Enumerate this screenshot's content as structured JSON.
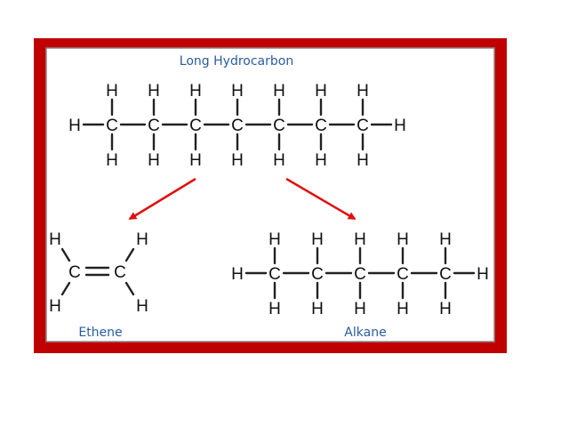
{
  "colors": {
    "frame_outer": "#c00000",
    "frame_inner_border": "#8a8a8a",
    "label_text": "#2a5c9e",
    "arrow": "#e01010",
    "atom_text": "#111111",
    "bond": "#222222"
  },
  "labels": {
    "title": "Long Hydrocarbon",
    "ethene": "Ethene",
    "alkane": "Alkane"
  },
  "atoms": {
    "carbon": "C",
    "hydrogen": "H"
  },
  "molecules": {
    "long_hydrocarbon": {
      "carbon_count": 7
    },
    "ethene": {
      "carbon_count": 2
    },
    "alkane": {
      "carbon_count": 5
    }
  }
}
